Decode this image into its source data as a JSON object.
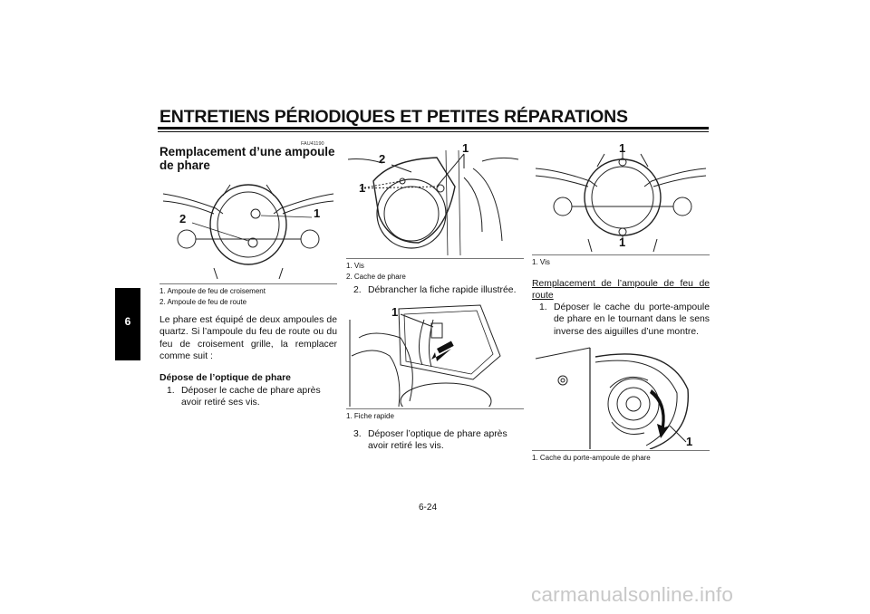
{
  "header": {
    "title": "ENTRETIENS PÉRIODIQUES ET PETITES RÉPARATIONS"
  },
  "chapter_tab": "6",
  "doc_code": "FAU41190",
  "section": {
    "title": "Remplacement d’une ampoule de phare"
  },
  "figure1": {
    "callouts": [
      "1",
      "2"
    ],
    "captions": [
      "1.  Ampoule de feu de croisement",
      "2.  Ampoule de feu de route"
    ]
  },
  "intro_text": "Le phare est équipé de deux ampoules de quartz. Si l’ampoule du feu de route ou du feu de croisement grille, la remplacer comme suit :",
  "subsection1": {
    "title": "Dépose de l’optique de phare"
  },
  "step1": {
    "number": "1.",
    "text": "Déposer le cache de phare après avoir retiré ses vis."
  },
  "figure2": {
    "callouts": [
      "1",
      "2",
      "1"
    ],
    "captions": [
      "1.  Vis",
      "2.  Cache de phare"
    ]
  },
  "step2": {
    "number": "2.",
    "text": "Débrancher la fiche rapide illustrée."
  },
  "figure3": {
    "callouts": [
      "1"
    ],
    "captions": [
      "1.  Fiche rapide"
    ]
  },
  "step3": {
    "number": "3.",
    "text": "Déposer l’optique de phare après avoir retiré les vis."
  },
  "figure4": {
    "callouts": [
      "1",
      "1"
    ],
    "captions": [
      "1.  Vis"
    ]
  },
  "subsection2": {
    "title": "Remplacement de l’ampoule de feu de route"
  },
  "step4": {
    "number": "1.",
    "text": "Déposer le cache du porte-ampoule de phare en le tournant dans le sens inverse des aiguilles d’une montre."
  },
  "figure5": {
    "callouts": [
      "1"
    ],
    "captions": [
      "1.  Cache du porte-ampoule de phare"
    ]
  },
  "footer": {
    "page_number": "6-24"
  },
  "watermark": "carmanualsonline.info"
}
